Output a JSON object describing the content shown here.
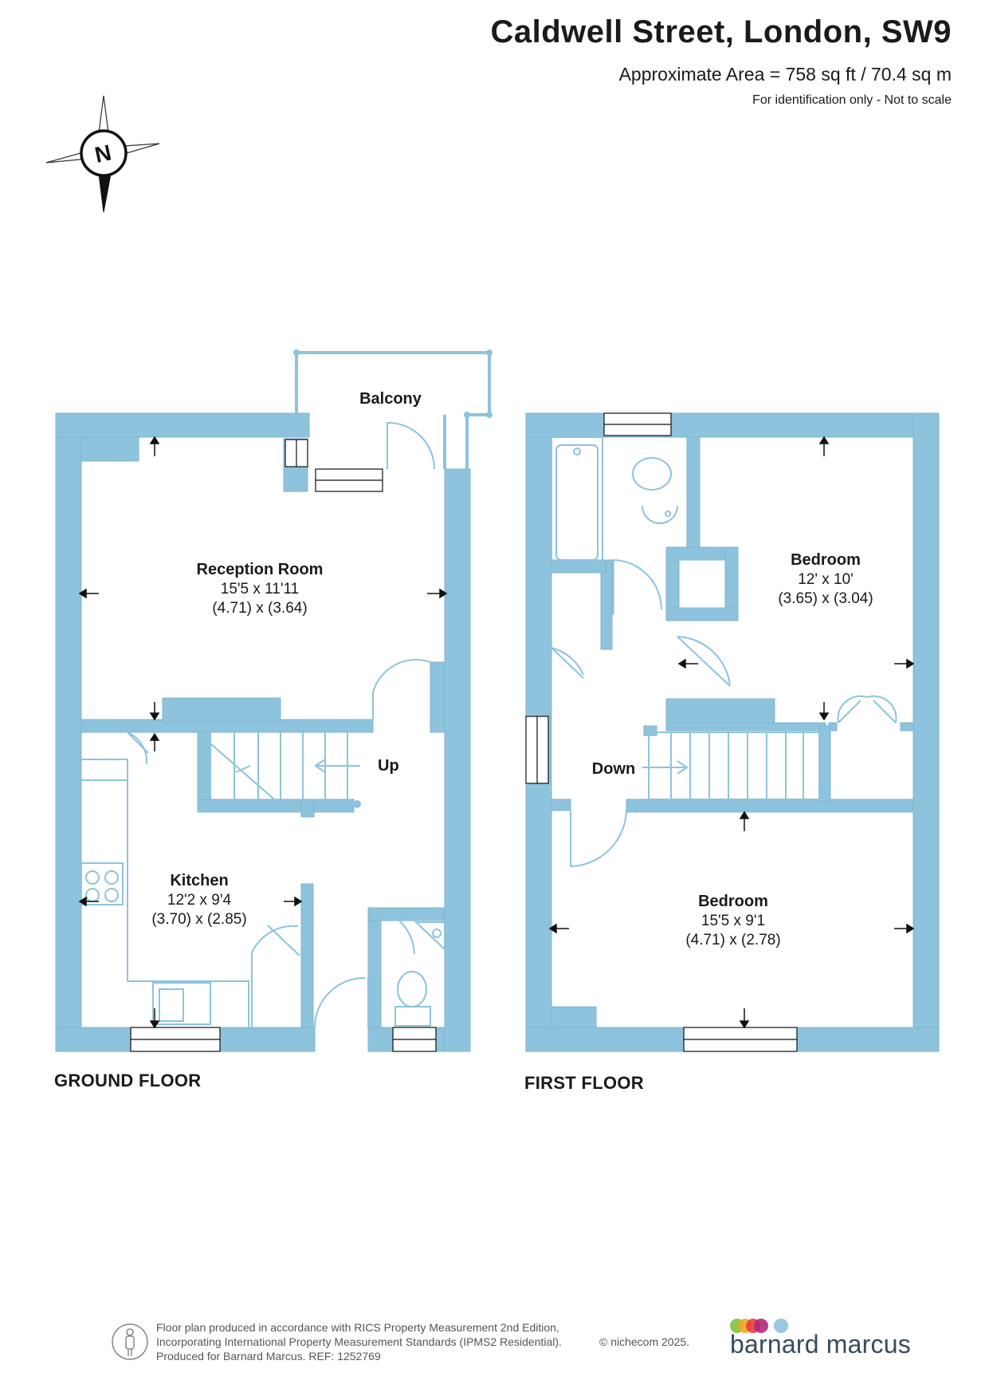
{
  "header": {
    "title": "Caldwell Street, London, SW9",
    "area": "Approximate Area = 758 sq ft / 70.4 sq m",
    "note": "For identification only - Not to scale"
  },
  "compass": {
    "letter": "N"
  },
  "colors": {
    "wall": "#8dc3dc",
    "wall_stroke": "#7fb6d1",
    "text": "#1a1a1a"
  },
  "ground_floor": {
    "label": "GROUND FLOOR",
    "rooms": {
      "balcony": {
        "name": "Balcony"
      },
      "reception": {
        "name": "Reception Room",
        "imperial": "15'5 x 11'11",
        "metric": "(4.71) x (3.64)"
      },
      "kitchen": {
        "name": "Kitchen",
        "imperial": "12'2 x 9'4",
        "metric": "(3.70) x (2.85)"
      }
    },
    "stairs_label": "Up"
  },
  "first_floor": {
    "label": "FIRST FLOOR",
    "rooms": {
      "bedroom1": {
        "name": "Bedroom",
        "imperial": "12' x 10'",
        "metric": "(3.65) x (3.04)"
      },
      "bedroom2": {
        "name": "Bedroom",
        "imperial": "15'5 x 9'1",
        "metric": "(4.71) x (2.78)"
      }
    },
    "stairs_label": "Down"
  },
  "footer": {
    "line1": "Floor plan produced in accordance with RICS Property Measurement 2nd Edition,",
    "line2": "Incorporating International Property Measurement Standards (IPMS2 Residential).",
    "line3": "Produced for Barnard Marcus.   REF:  1252769",
    "copyright": "© nichecom 2025.",
    "brand": "barnard marcus",
    "brand_dot_colors": [
      "#7cc242",
      "#f5a623",
      "#e8403a",
      "#b0297a",
      "#8dc3dc"
    ]
  }
}
